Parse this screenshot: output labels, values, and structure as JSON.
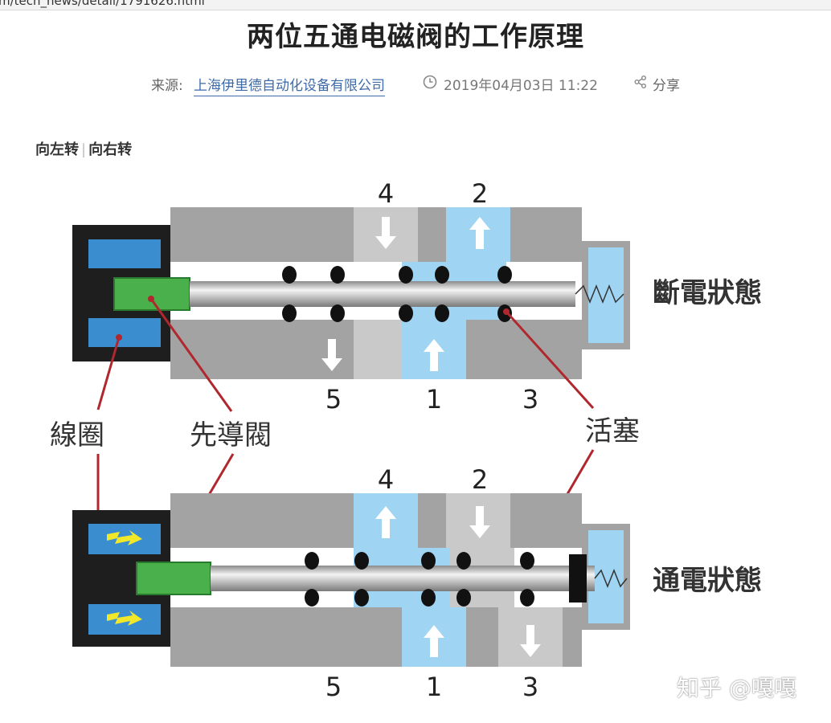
{
  "browser": {
    "url_fragment": "m/tech_news/detail/1791626.html"
  },
  "article": {
    "title": "两位五通电磁阀的工作原理",
    "source_label": "来源:",
    "source_name": "上海伊里德自动化设备有限公司",
    "date": "2019年04月03日 11:22",
    "share_label": "分享"
  },
  "subnav": {
    "left_label": "向左转",
    "separator": "|",
    "right_label": "向右转"
  },
  "diagram": {
    "top_ports": [
      "4",
      "2"
    ],
    "bottom_ports": [
      "5",
      "1",
      "3"
    ],
    "state_off": "斷電狀態",
    "state_on": "通電狀態",
    "label_coil": "線圈",
    "label_pilot": "先導閥",
    "label_piston": "活塞",
    "colors": {
      "body": "#a3a3a3",
      "air": "#9fd4f2",
      "coil_block": "#1e1e1e",
      "coil": "#3a8ed0",
      "pilot": "#49b04c",
      "leader": "#b0282e"
    }
  },
  "watermark": "知乎 @嘎嘎"
}
